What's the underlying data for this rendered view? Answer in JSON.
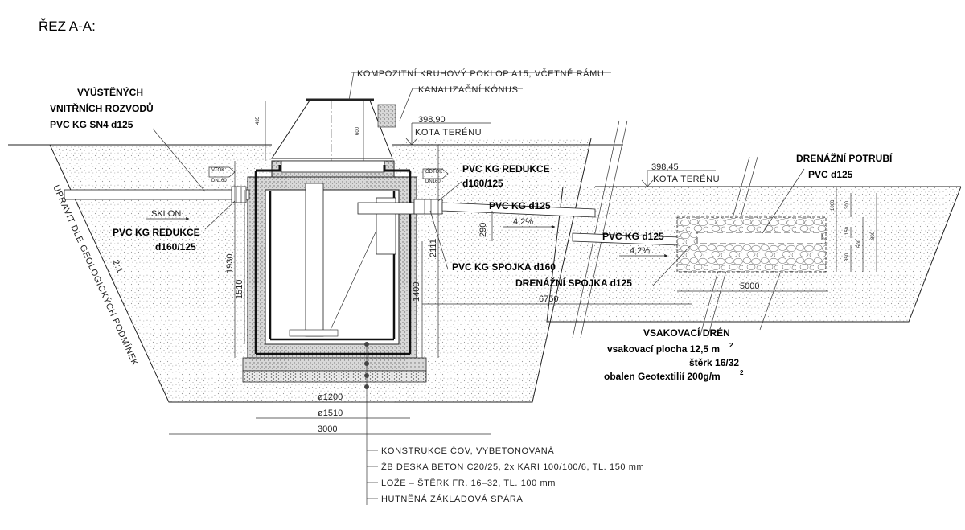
{
  "section_title": "ŘEZ A-A:",
  "labels": {
    "outlet_internal": [
      "VYÚSTĚNÝCH",
      "VNITŘNÍCH ROZVODŮ",
      "PVC KG SN4 d125"
    ],
    "cover": "KOMPOZITNÍ KRUHOVÝ POKLOP A15, VČETNĚ RÁMU",
    "cone": "KANALIZAČNÍ KÓNUS",
    "terrain_left": {
      "level": "398,90",
      "text": "KOTA TERÉNU"
    },
    "terrain_right": {
      "level": "398,45",
      "text": "KOTA TERÉNU"
    },
    "drain_pipe": [
      "DRENÁŽNÍ POTRUBÍ",
      "PVC d125"
    ],
    "reducer_right": [
      "PVC KG REDUKCE",
      "d160/125"
    ],
    "reducer_left": [
      "PVC KG REDUKCE",
      "d160/125"
    ],
    "pvc_kg_1": "PVC KG d125",
    "pvc_kg_2": "PVC KG d125",
    "coupling": "PVC KG SPOJKA d160",
    "drain_coupling": "DRENÁŽNÍ SPOJKA d125",
    "slope_1": "4,2%",
    "slope_2": "4,2%",
    "sklon": "SKLON",
    "vtok": "VTOK",
    "vtok_dn": "DN160",
    "odtok": "ODTOK",
    "odtok_dn": "DN160",
    "side_slope": "UPRAVIT DLE GEOLOGICKÝCH PODMÍNEK",
    "ratio": "2:1",
    "soak": {
      "title": "VSAKOVACÍ DRÉN",
      "area": "vsakovací plocha 12,5 m",
      "gravel": "štěrk 16/32",
      "geotextile": "obalen Geotextilií 200g/m"
    }
  },
  "dims": {
    "h435": "435",
    "h600": "600",
    "h1930": "1930",
    "h1510": "1510",
    "h2111": "2111",
    "h290": "290",
    "h1400": "1400",
    "d1200": "ø1200",
    "d1510": "ø1510",
    "w3000": "3000",
    "w6750": "6750",
    "w5000": "5000",
    "h1000": "1000",
    "h300": "300",
    "h150": "150",
    "h350": "350",
    "h500": "500",
    "h800": "800"
  },
  "legend": [
    "KONSTRUKCE ČOV, VYBETONOVANÁ",
    "ŽB DESKA BETON C20/25, 2x KARI 100/100/6, TL. 150 mm",
    "LOŽE – ŠTĚRK FR. 16–32, TL. 100 mm",
    "HUTNĚNÁ ZÁKLADOVÁ SPÁRA"
  ]
}
